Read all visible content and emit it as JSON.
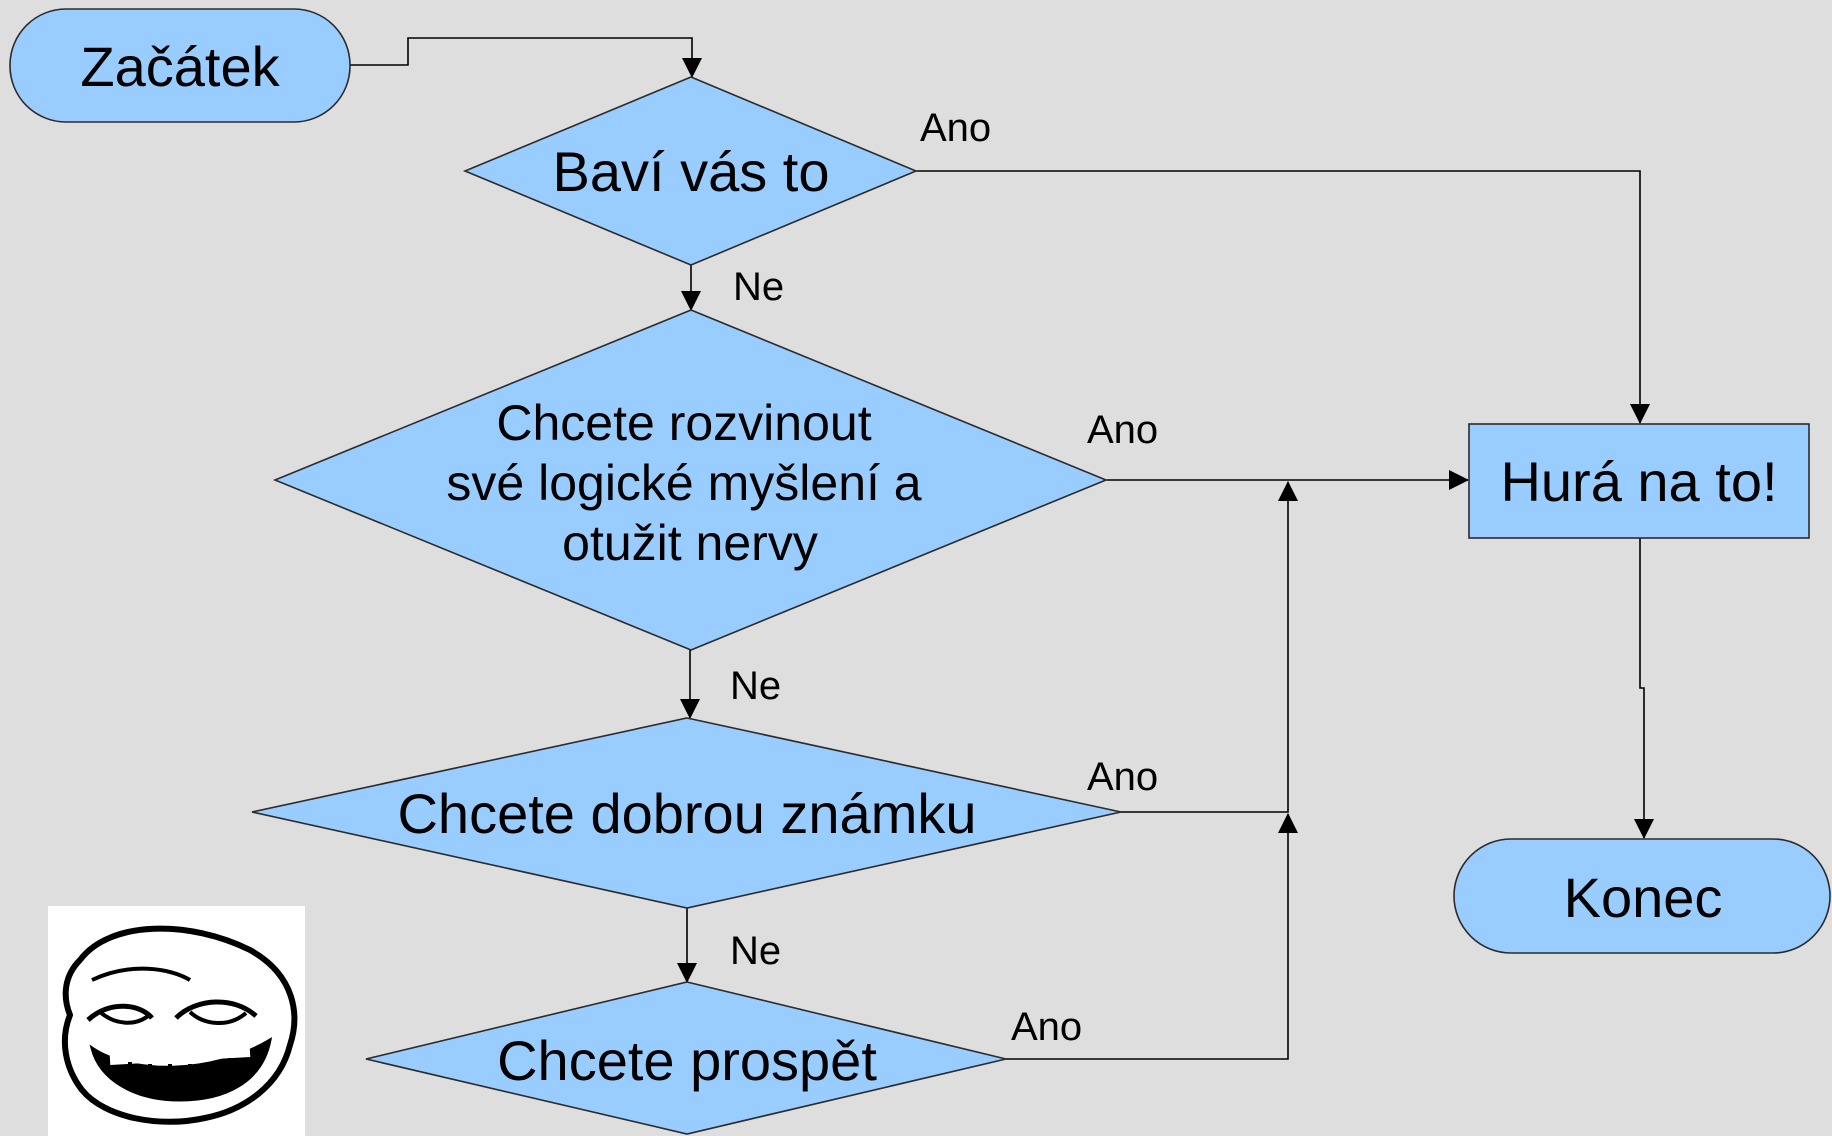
{
  "diagram": {
    "nodes": {
      "start": {
        "label": "Začátek",
        "shape": "terminator"
      },
      "q1": {
        "label": "Baví vás to",
        "shape": "decision"
      },
      "q2": {
        "label_lines": [
          "Chcete rozvinout",
          "své logické myšlení a",
          "otužit nervy"
        ],
        "shape": "decision"
      },
      "q3": {
        "label": "Chcete dobrou známku",
        "shape": "decision"
      },
      "q4": {
        "label": "Chcete prospět",
        "shape": "decision"
      },
      "go": {
        "label": "Hurá na to!",
        "shape": "process"
      },
      "end": {
        "label": "Konec",
        "shape": "terminator"
      }
    },
    "edges": [
      {
        "from": "start",
        "to": "q1",
        "label": ""
      },
      {
        "from": "q1",
        "to": "go",
        "label": "Ano"
      },
      {
        "from": "q1",
        "to": "q2",
        "label": "Ne"
      },
      {
        "from": "q2",
        "to": "go",
        "label": "Ano"
      },
      {
        "from": "q2",
        "to": "q3",
        "label": "Ne"
      },
      {
        "from": "q3",
        "to": "go",
        "label": "Ano"
      },
      {
        "from": "q3",
        "to": "q4",
        "label": "Ne"
      },
      {
        "from": "q4",
        "to": "go",
        "label": "Ano"
      },
      {
        "from": "go",
        "to": "end",
        "label": ""
      }
    ],
    "decoration": {
      "icon": "trollface-icon"
    },
    "colors": {
      "node_fill": "#99ccff",
      "background": "#dedede",
      "line": "#000000"
    }
  }
}
